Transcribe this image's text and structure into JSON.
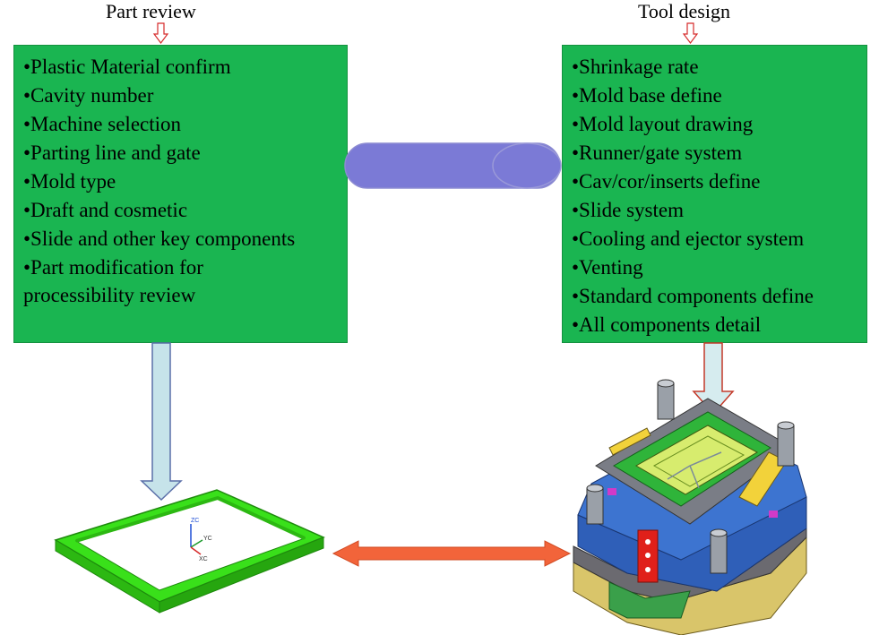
{
  "left_panel": {
    "title": "Part review",
    "items": [
      "•Plastic Material confirm",
      "•Cavity number",
      "•Machine selection",
      "•Parting line and gate",
      "•Mold type",
      "•Draft and cosmetic",
      "•Slide and other key components",
      "•Part modification for",
      "processibility review"
    ]
  },
  "right_panel": {
    "title": "Tool design",
    "items": [
      "•Shrinkage rate",
      "•Mold base define",
      "•Mold layout drawing",
      "•Runner/gate system",
      "•Cav/cor/inserts define",
      "•Slide system",
      "•Cooling and ejector system",
      "•Venting",
      "•Standard components define",
      "•All components detail"
    ]
  },
  "axis_labels": {
    "z": "ZC",
    "y": "YC",
    "x": "XC"
  },
  "colors": {
    "box_green": "#1ab551",
    "connector_purple": "#7b7ad6",
    "down_arrow_fill": "#c6e3ea",
    "double_arrow": "#f2643a",
    "small_arrow": "#d62b2b",
    "part_green": "#39e01a"
  }
}
